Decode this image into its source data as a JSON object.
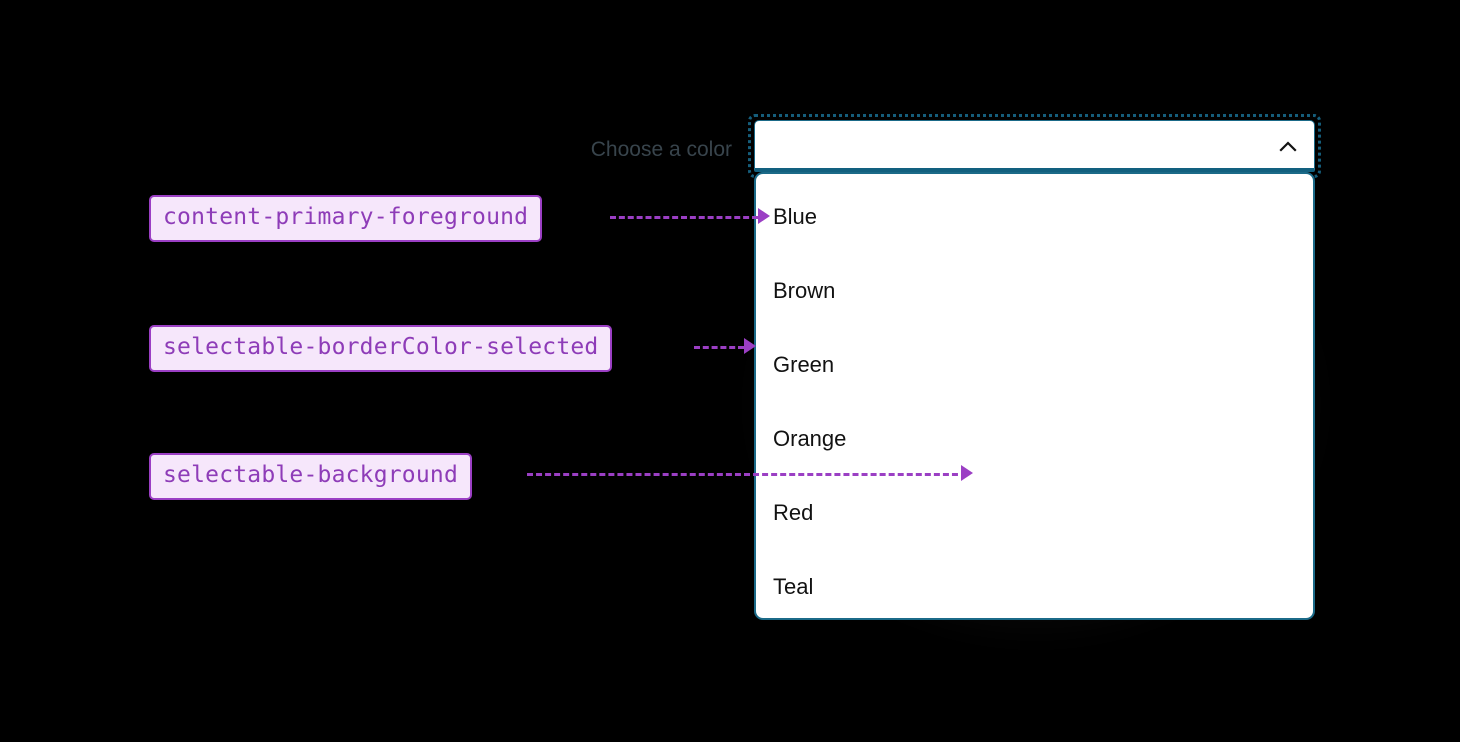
{
  "background_color": "#000000",
  "theme": {
    "accent_teal": "#1b6a88",
    "focus_ring_teal": "#155d7b",
    "annotation_purple": "#9b3fc4",
    "annotation_fill": "#f6e7fb",
    "annotation_text": "#8e3cb8",
    "option_text": "#121212",
    "field_label_text": "#38444c"
  },
  "field": {
    "label": "Choose a color",
    "combobox": {
      "value": "",
      "placeholder": "",
      "expanded": true,
      "chevron_icon": "chevron-up-icon",
      "focused": true
    }
  },
  "listbox": {
    "options": [
      {
        "label": "Blue"
      },
      {
        "label": "Brown"
      },
      {
        "label": "Green"
      },
      {
        "label": "Orange"
      },
      {
        "label": "Red"
      },
      {
        "label": "Teal"
      }
    ]
  },
  "annotations": [
    {
      "token": "content-primary-foreground",
      "points_to": "option-label-blue"
    },
    {
      "token": "selectable-borderColor-selected",
      "points_to": "listbox-border"
    },
    {
      "token": "selectable-background",
      "points_to": "listbox-surface"
    }
  ]
}
